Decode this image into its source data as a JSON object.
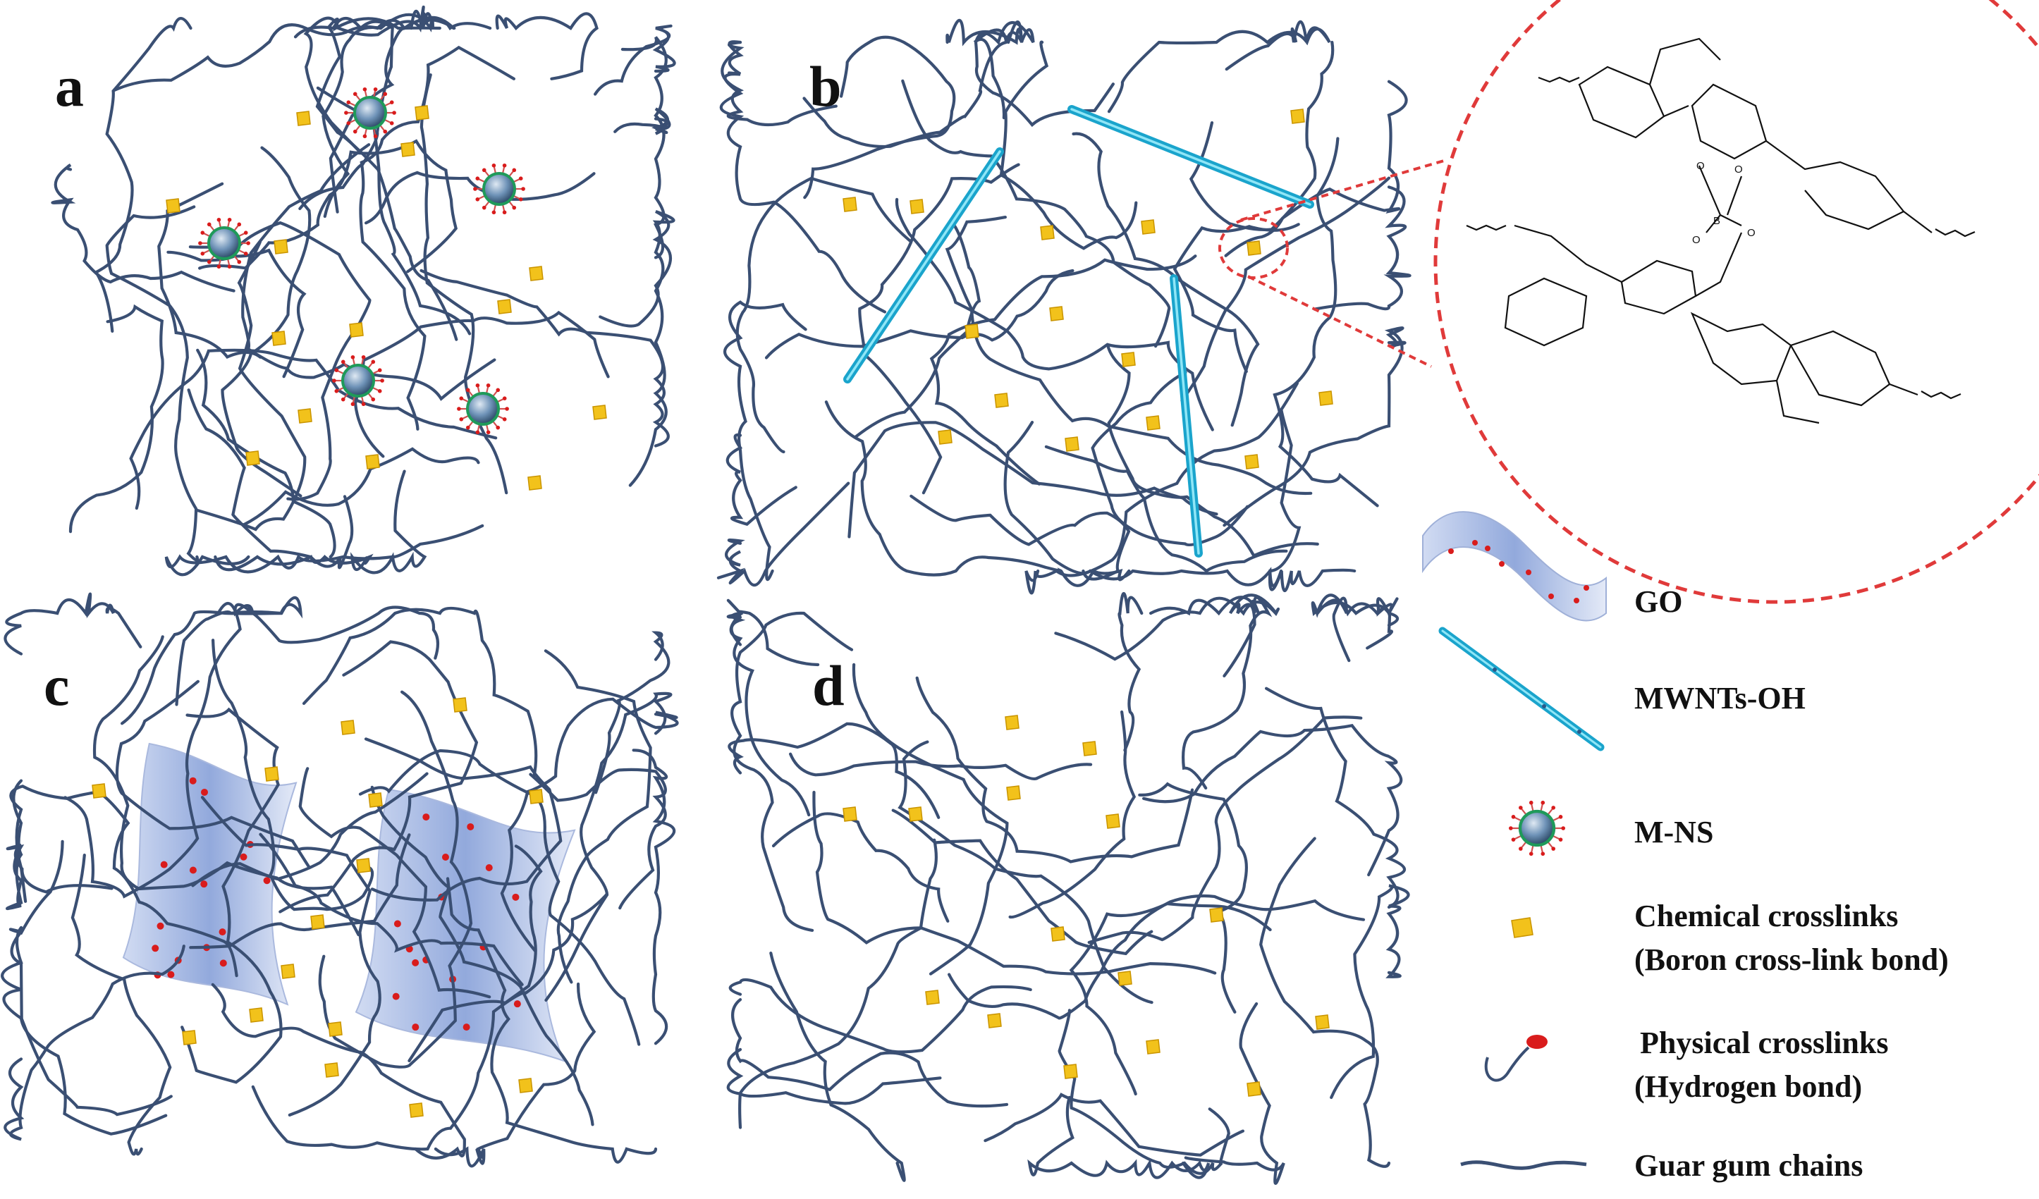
{
  "panels": {
    "a": {
      "label": "a"
    },
    "b": {
      "label": "b"
    },
    "c": {
      "label": "c"
    },
    "d": {
      "label": "d"
    }
  },
  "inset": {
    "description_atoms": [
      "O",
      "O",
      "B",
      "O",
      "O"
    ],
    "line_color": "#1a1a1a",
    "circle_color": "#e03a3a"
  },
  "legend": {
    "items": [
      {
        "key": "go",
        "label": "GO",
        "icon": "go-sheet-icon"
      },
      {
        "key": "mwnts",
        "label": "MWNTs-OH",
        "icon": "nanotube-icon"
      },
      {
        "key": "mns",
        "label": "M-NS",
        "icon": "nanosphere-icon"
      },
      {
        "key": "chem",
        "label": "Chemical crosslinks",
        "label2": "(Boron cross-link bond)",
        "icon": "boron-crosslink-icon"
      },
      {
        "key": "phys",
        "label": "Physical crosslinks",
        "label2": "(Hydrogen bond)",
        "icon": "hydrogen-bond-icon"
      },
      {
        "key": "chain",
        "label": "Guar gum chains",
        "icon": "guar-chain-icon"
      }
    ]
  },
  "colors": {
    "chain": "#3a4f73",
    "crosslink": "#f2c21b",
    "nanotube": "#2cbde0",
    "go_sheet": "#a9bde6",
    "hbond_dot": "#d91c1c",
    "sphere": "#4f7fa8",
    "sphere_shell": "#1f9a5a"
  }
}
